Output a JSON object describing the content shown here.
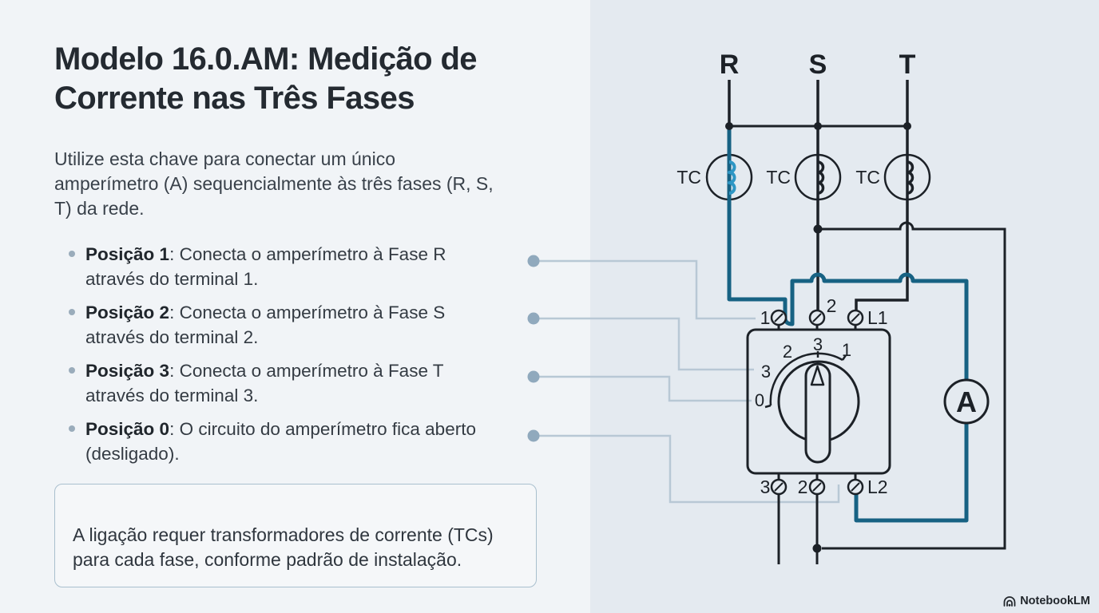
{
  "title": "Modelo 16.0.AM: Medição de\nCorrente nas Três Fases",
  "intro": "Utilize esta chave para conectar um único\namperímetro (A) sequencialmente às três fases (R, S,\nT) da rede.",
  "bullets": [
    {
      "label": "Posição 1",
      "text": ": Conecta o amperímetro à Fase R\natravés do terminal 1."
    },
    {
      "label": "Posição 2",
      "text": ": Conecta o amperímetro à Fase S\natravés do terminal 2."
    },
    {
      "label": "Posição 3",
      "text": ": Conecta o amperímetro à Fase T\natravés do terminal 3."
    },
    {
      "label": "Posição 0",
      "text": ": O circuito do amperímetro fica aberto\n(desligado)."
    }
  ],
  "note": "A ligação requer transformadores de corrente (TCs)\npara cada fase, conforme padrão de instalação.",
  "diagram": {
    "phases": [
      "R",
      "S",
      "T"
    ],
    "tc_label": "TC",
    "terminals_top": [
      "1",
      "2",
      "L1"
    ],
    "terminals_bottom": [
      "3",
      "2",
      "L2"
    ],
    "dial": {
      "pos2": "2",
      "pos3_top": "3",
      "pos1": "1",
      "pos3_left": "3",
      "pos0": "0"
    },
    "ammeter": "A",
    "colors": {
      "background_left": "#f1f4f7",
      "background_right": "#e4eaf0",
      "wire": "#1c2127",
      "wire_active": "#176283",
      "coil_active": "#2e96c4",
      "leader_line": "#b8c8d5",
      "leader_dot": "#90a9bd"
    }
  },
  "watermark": "NotebookLM"
}
